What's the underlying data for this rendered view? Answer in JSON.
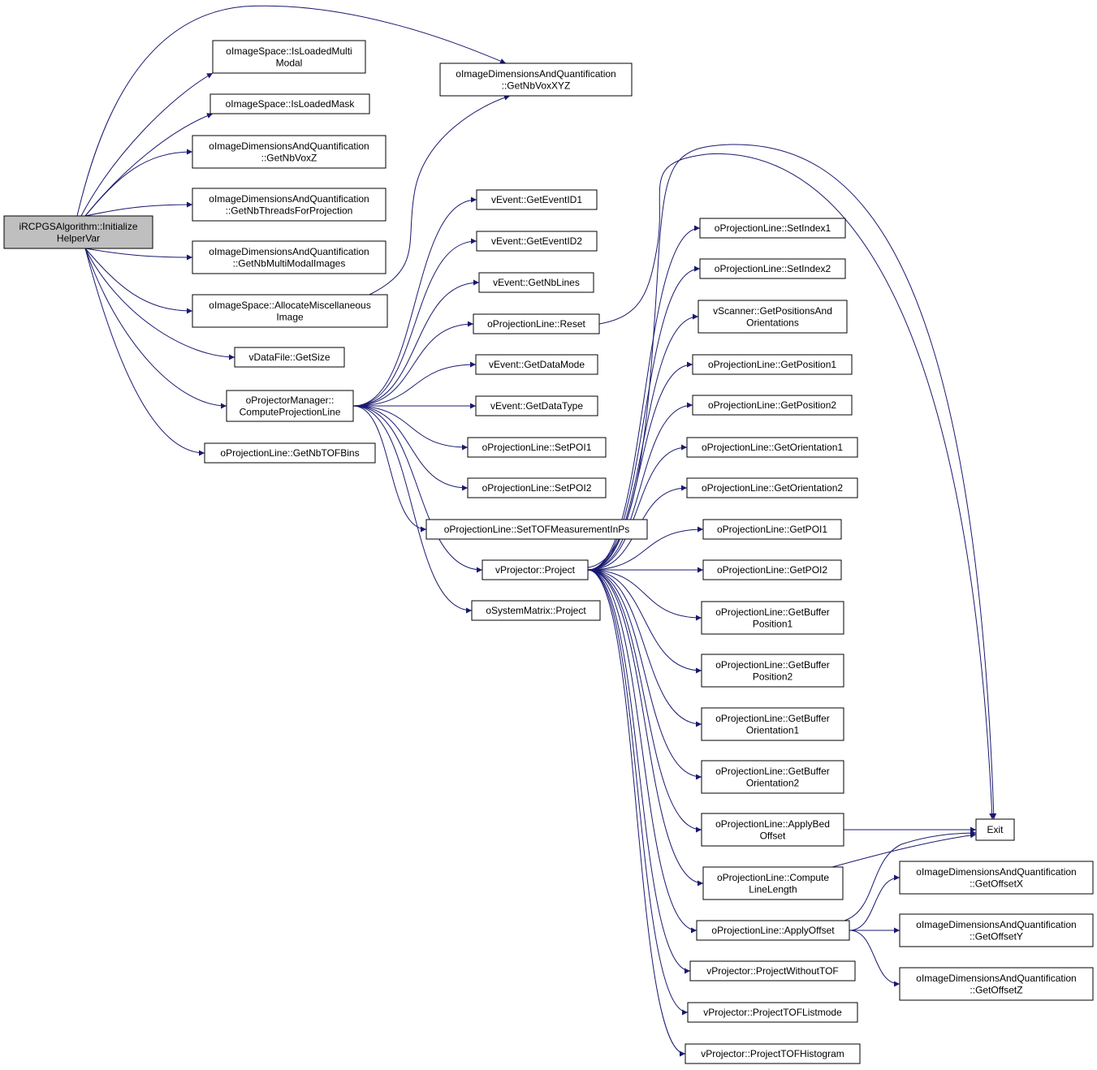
{
  "graph": {
    "edge_color": "#191970",
    "root_fill": "#bfbfbf",
    "node_fill": "#ffffff",
    "nodes": [
      {
        "id": "root",
        "lines": [
          "iRCPGSAlgorithm::Initialize",
          "HelperVar"
        ],
        "root": true
      },
      {
        "id": "isLoadedMultiModal",
        "lines": [
          "oImageSpace::IsLoadedMulti",
          "Modal"
        ]
      },
      {
        "id": "isLoadedMask",
        "lines": [
          "oImageSpace::IsLoadedMask"
        ]
      },
      {
        "id": "getNbVoxZ",
        "lines": [
          "oImageDimensionsAndQuantification",
          "::GetNbVoxZ"
        ]
      },
      {
        "id": "getNbThreads",
        "lines": [
          "oImageDimensionsAndQuantification",
          "::GetNbThreadsForProjection"
        ]
      },
      {
        "id": "getNbMultiModal",
        "lines": [
          "oImageDimensionsAndQuantification",
          "::GetNbMultiModalImages"
        ]
      },
      {
        "id": "allocateMisc",
        "lines": [
          "oImageSpace::AllocateMiscellaneous",
          "Image"
        ]
      },
      {
        "id": "getSize",
        "lines": [
          "vDataFile::GetSize"
        ]
      },
      {
        "id": "computeProjLine",
        "lines": [
          "oProjectorManager::",
          "ComputeProjectionLine"
        ]
      },
      {
        "id": "getNbTOFBins",
        "lines": [
          "oProjectionLine::GetNbTOFBins"
        ]
      },
      {
        "id": "getNbVoxXYZ",
        "lines": [
          "oImageDimensionsAndQuantification",
          "::GetNbVoxXYZ"
        ]
      },
      {
        "id": "getEventID1",
        "lines": [
          "vEvent::GetEventID1"
        ]
      },
      {
        "id": "getEventID2",
        "lines": [
          "vEvent::GetEventID2"
        ]
      },
      {
        "id": "getNbLines",
        "lines": [
          "vEvent::GetNbLines"
        ]
      },
      {
        "id": "reset",
        "lines": [
          "oProjectionLine::Reset"
        ]
      },
      {
        "id": "getDataMode",
        "lines": [
          "vEvent::GetDataMode"
        ]
      },
      {
        "id": "getDataType",
        "lines": [
          "vEvent::GetDataType"
        ]
      },
      {
        "id": "setPOI1",
        "lines": [
          "oProjectionLine::SetPOI1"
        ]
      },
      {
        "id": "setPOI2",
        "lines": [
          "oProjectionLine::SetPOI2"
        ]
      },
      {
        "id": "setTOF",
        "lines": [
          "oProjectionLine::SetTOFMeasurementInPs"
        ]
      },
      {
        "id": "vProject",
        "lines": [
          "vProjector::Project"
        ]
      },
      {
        "id": "sysProject",
        "lines": [
          "oSystemMatrix::Project"
        ]
      },
      {
        "id": "setIndex1",
        "lines": [
          "oProjectionLine::SetIndex1"
        ]
      },
      {
        "id": "setIndex2",
        "lines": [
          "oProjectionLine::SetIndex2"
        ]
      },
      {
        "id": "getPosOri",
        "lines": [
          "vScanner::GetPositionsAnd",
          "Orientations"
        ]
      },
      {
        "id": "getPosition1",
        "lines": [
          "oProjectionLine::GetPosition1"
        ]
      },
      {
        "id": "getPosition2",
        "lines": [
          "oProjectionLine::GetPosition2"
        ]
      },
      {
        "id": "getOrientation1",
        "lines": [
          "oProjectionLine::GetOrientation1"
        ]
      },
      {
        "id": "getOrientation2",
        "lines": [
          "oProjectionLine::GetOrientation2"
        ]
      },
      {
        "id": "getPOI1",
        "lines": [
          "oProjectionLine::GetPOI1"
        ]
      },
      {
        "id": "getPOI2",
        "lines": [
          "oProjectionLine::GetPOI2"
        ]
      },
      {
        "id": "getBufPos1",
        "lines": [
          "oProjectionLine::GetBuffer",
          "Position1"
        ]
      },
      {
        "id": "getBufPos2",
        "lines": [
          "oProjectionLine::GetBuffer",
          "Position2"
        ]
      },
      {
        "id": "getBufOri1",
        "lines": [
          "oProjectionLine::GetBuffer",
          "Orientation1"
        ]
      },
      {
        "id": "getBufOri2",
        "lines": [
          "oProjectionLine::GetBuffer",
          "Orientation2"
        ]
      },
      {
        "id": "applyBedOffset",
        "lines": [
          "oProjectionLine::ApplyBed",
          "Offset"
        ]
      },
      {
        "id": "computeLineLength",
        "lines": [
          "oProjectionLine::Compute",
          "LineLength"
        ]
      },
      {
        "id": "applyOffset",
        "lines": [
          "oProjectionLine::ApplyOffset"
        ]
      },
      {
        "id": "projWithoutTOF",
        "lines": [
          "vProjector::ProjectWithoutTOF"
        ]
      },
      {
        "id": "projTOFListmode",
        "lines": [
          "vProjector::ProjectTOFListmode"
        ]
      },
      {
        "id": "projTOFHistogram",
        "lines": [
          "vProjector::ProjectTOFHistogram"
        ]
      },
      {
        "id": "exit",
        "lines": [
          "Exit"
        ]
      },
      {
        "id": "getOffsetX",
        "lines": [
          "oImageDimensionsAndQuantification",
          "::GetOffsetX"
        ]
      },
      {
        "id": "getOffsetY",
        "lines": [
          "oImageDimensionsAndQuantification",
          "::GetOffsetY"
        ]
      },
      {
        "id": "getOffsetZ",
        "lines": [
          "oImageDimensionsAndQuantification",
          "::GetOffsetZ"
        ]
      }
    ],
    "edges": [
      [
        "root",
        "isLoadedMultiModal"
      ],
      [
        "root",
        "isLoadedMask"
      ],
      [
        "root",
        "getNbVoxZ"
      ],
      [
        "root",
        "getNbThreads"
      ],
      [
        "root",
        "getNbMultiModal"
      ],
      [
        "root",
        "allocateMisc"
      ],
      [
        "root",
        "getSize"
      ],
      [
        "root",
        "computeProjLine"
      ],
      [
        "root",
        "getNbTOFBins"
      ],
      [
        "root",
        "getNbVoxXYZ"
      ],
      [
        "allocateMisc",
        "getNbVoxXYZ"
      ],
      [
        "computeProjLine",
        "getEventID1"
      ],
      [
        "computeProjLine",
        "getEventID2"
      ],
      [
        "computeProjLine",
        "getNbLines"
      ],
      [
        "computeProjLine",
        "reset"
      ],
      [
        "computeProjLine",
        "getDataMode"
      ],
      [
        "computeProjLine",
        "getDataType"
      ],
      [
        "computeProjLine",
        "setPOI1"
      ],
      [
        "computeProjLine",
        "setPOI2"
      ],
      [
        "computeProjLine",
        "setTOF"
      ],
      [
        "computeProjLine",
        "vProject"
      ],
      [
        "computeProjLine",
        "sysProject"
      ],
      [
        "reset",
        "exit"
      ],
      [
        "vProject",
        "setIndex1"
      ],
      [
        "vProject",
        "setIndex2"
      ],
      [
        "vProject",
        "getPosOri"
      ],
      [
        "vProject",
        "getPosition1"
      ],
      [
        "vProject",
        "getPosition2"
      ],
      [
        "vProject",
        "getOrientation1"
      ],
      [
        "vProject",
        "getOrientation2"
      ],
      [
        "vProject",
        "getPOI1"
      ],
      [
        "vProject",
        "getPOI2"
      ],
      [
        "vProject",
        "getBufPos1"
      ],
      [
        "vProject",
        "getBufPos2"
      ],
      [
        "vProject",
        "getBufOri1"
      ],
      [
        "vProject",
        "getBufOri2"
      ],
      [
        "vProject",
        "applyBedOffset"
      ],
      [
        "vProject",
        "computeLineLength"
      ],
      [
        "vProject",
        "applyOffset"
      ],
      [
        "vProject",
        "projWithoutTOF"
      ],
      [
        "vProject",
        "projTOFListmode"
      ],
      [
        "vProject",
        "projTOFHistogram"
      ],
      [
        "vProject",
        "exit"
      ],
      [
        "applyBedOffset",
        "exit"
      ],
      [
        "computeLineLength",
        "exit"
      ],
      [
        "applyOffset",
        "exit"
      ],
      [
        "applyOffset",
        "getOffsetX"
      ],
      [
        "applyOffset",
        "getOffsetY"
      ],
      [
        "applyOffset",
        "getOffsetZ"
      ]
    ]
  }
}
